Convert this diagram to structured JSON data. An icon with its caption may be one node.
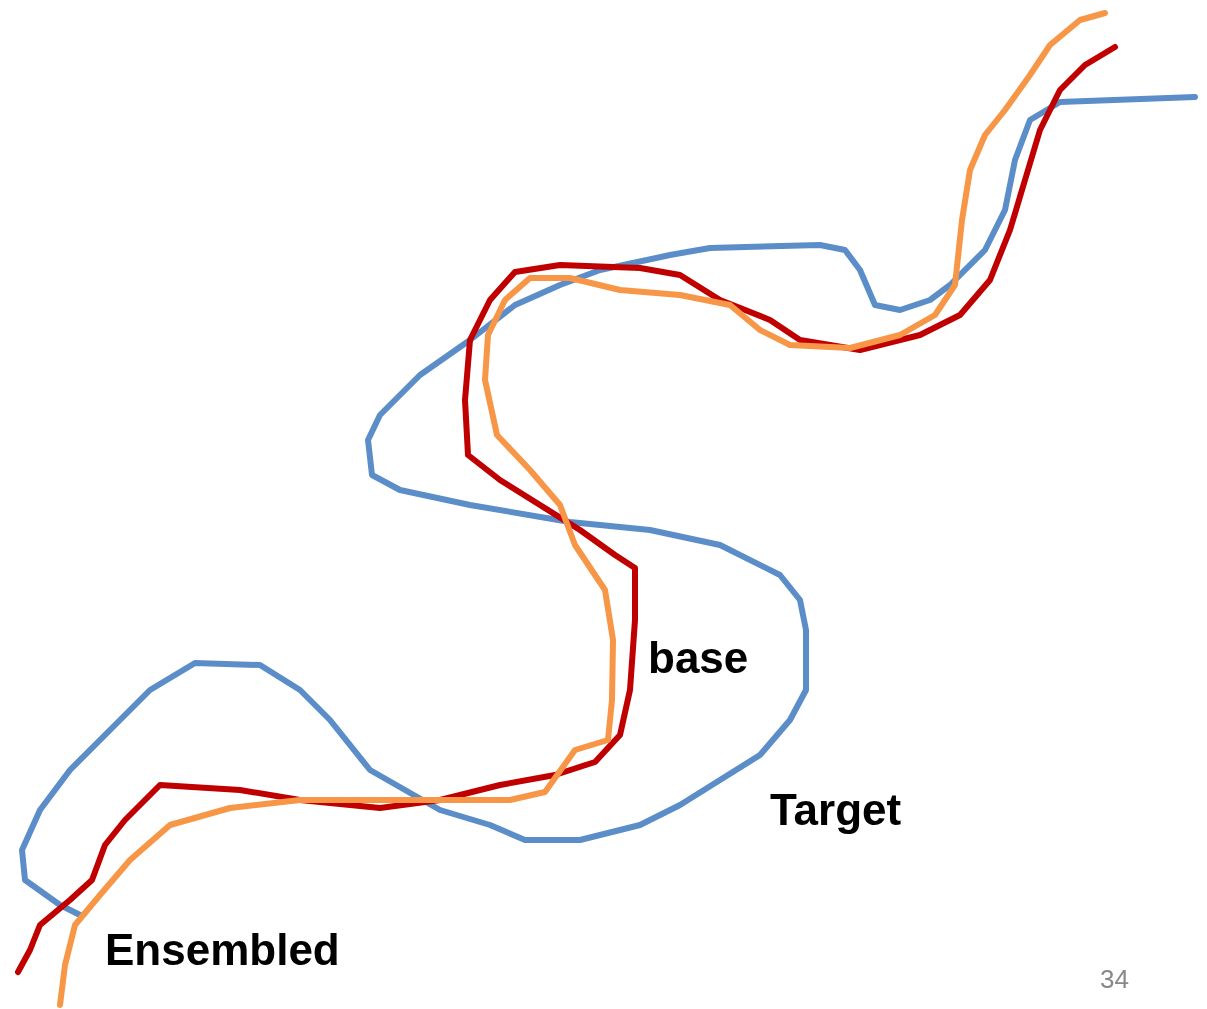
{
  "diagram": {
    "labels": [
      "base",
      "Target",
      "Ensembled",
      "34"
    ]
  }
}
